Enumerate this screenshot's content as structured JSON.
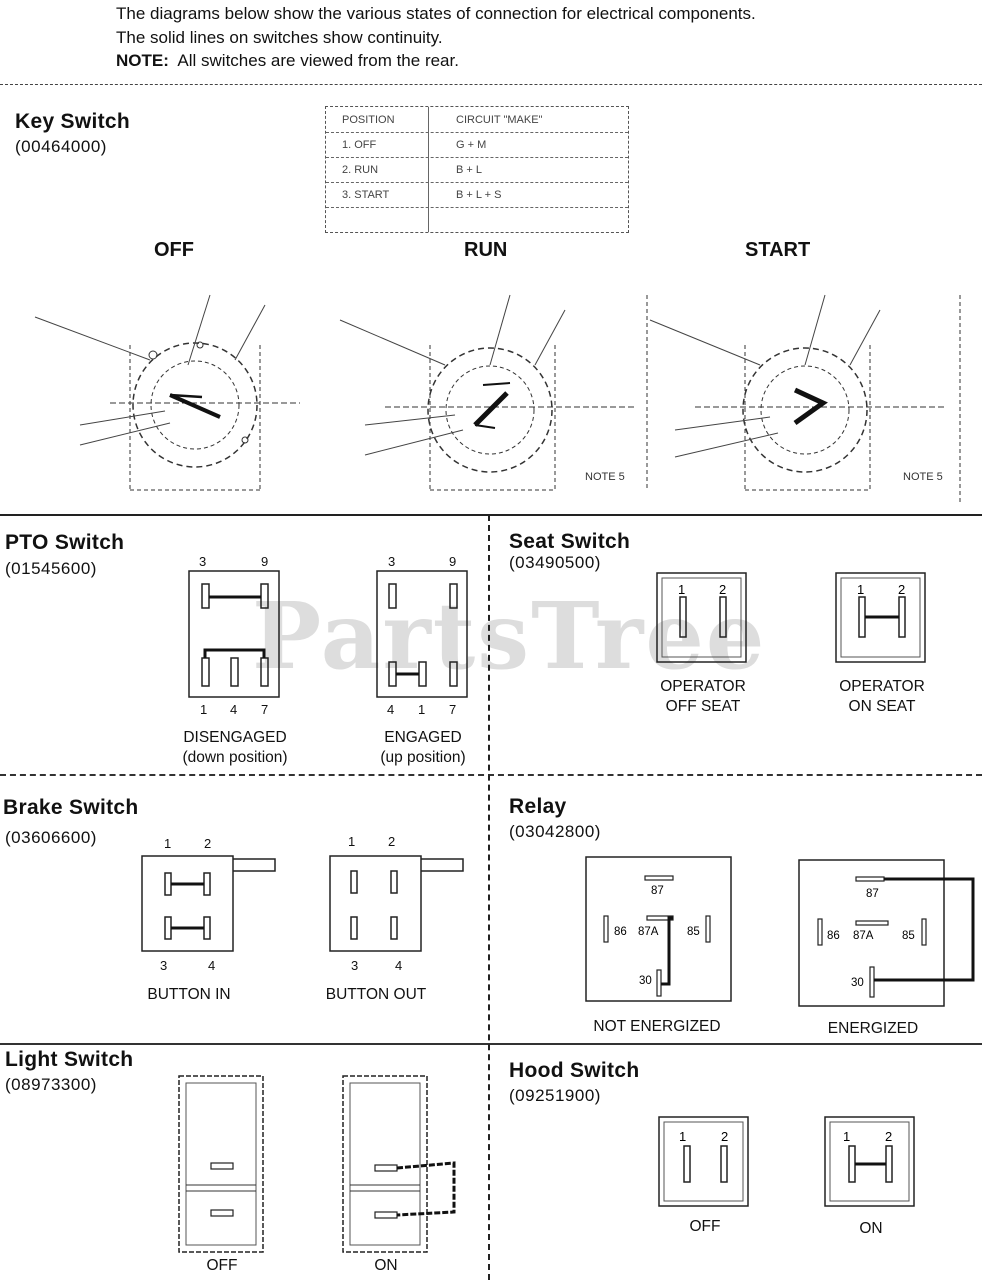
{
  "intro": {
    "line1": "The diagrams below show the various states of connection for electrical components.",
    "line2": "The solid lines on switches show continuity.",
    "note_label": "NOTE:",
    "note_text": "All switches are viewed from the rear."
  },
  "watermark": "PartsTree",
  "key_switch": {
    "title": "Key Switch",
    "part_number": "(00464000)",
    "table": {
      "header": [
        "POSITION",
        "CIRCUIT \"MAKE\""
      ],
      "rows": [
        [
          "1. OFF",
          "G + M"
        ],
        [
          "2. RUN",
          "B + L"
        ],
        [
          "3. START",
          "B + L + S"
        ]
      ]
    },
    "states": [
      "OFF",
      "RUN",
      "START"
    ],
    "notes": [
      "NOTE 5",
      "NOTE 5"
    ]
  },
  "pto_switch": {
    "title": "PTO Switch",
    "part_number": "(01545600)",
    "top_pins": [
      "3",
      "9"
    ],
    "bottom_pins_disengaged": [
      "1",
      "4",
      "7"
    ],
    "bottom_pins_engaged": [
      "4",
      "1",
      "7"
    ],
    "states": [
      {
        "label": "DISENGAGED",
        "sub": "(down position)"
      },
      {
        "label": "ENGAGED",
        "sub": "(up position)"
      }
    ]
  },
  "seat_switch": {
    "title": "Seat Switch",
    "part_number": "(03490500)",
    "pins": [
      "1",
      "2"
    ],
    "states": [
      {
        "line1": "OPERATOR",
        "line2": "OFF SEAT"
      },
      {
        "line1": "OPERATOR",
        "line2": "ON SEAT"
      }
    ]
  },
  "brake_switch": {
    "title": "Brake  Switch",
    "part_number": "(03606600)",
    "top_pins": [
      "1",
      "2"
    ],
    "bottom_pins": [
      "3",
      "4"
    ],
    "states": [
      "BUTTON IN",
      "BUTTON OUT"
    ]
  },
  "relay": {
    "title": "Relay",
    "part_number": "(03042800)",
    "pins": [
      "87",
      "86",
      "87A",
      "85",
      "30"
    ],
    "states": [
      "NOT ENERGIZED",
      "ENERGIZED"
    ]
  },
  "light_switch": {
    "title": "Light  Switch",
    "part_number": "(08973300)",
    "states": [
      "OFF",
      "ON"
    ]
  },
  "hood_switch": {
    "title": "Hood Switch",
    "part_number": "(09251900)",
    "pins": [
      "1",
      "2"
    ],
    "states": [
      "OFF",
      "ON"
    ]
  }
}
